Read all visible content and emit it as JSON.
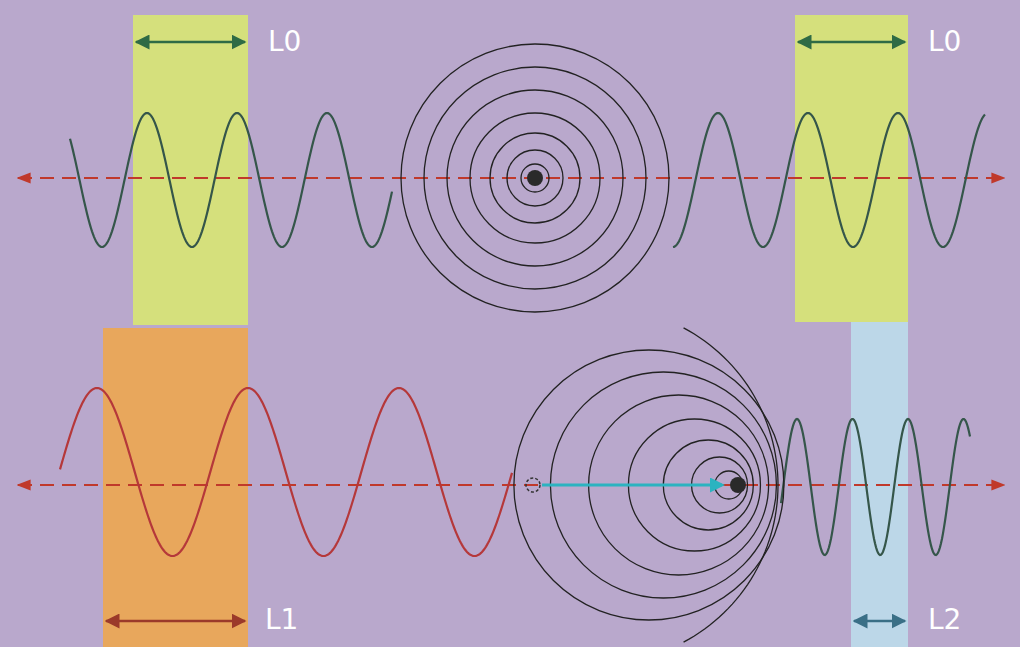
{
  "diagram": {
    "labels": [
      "L0",
      "L0",
      "L1",
      "L2"
    ]
  }
}
